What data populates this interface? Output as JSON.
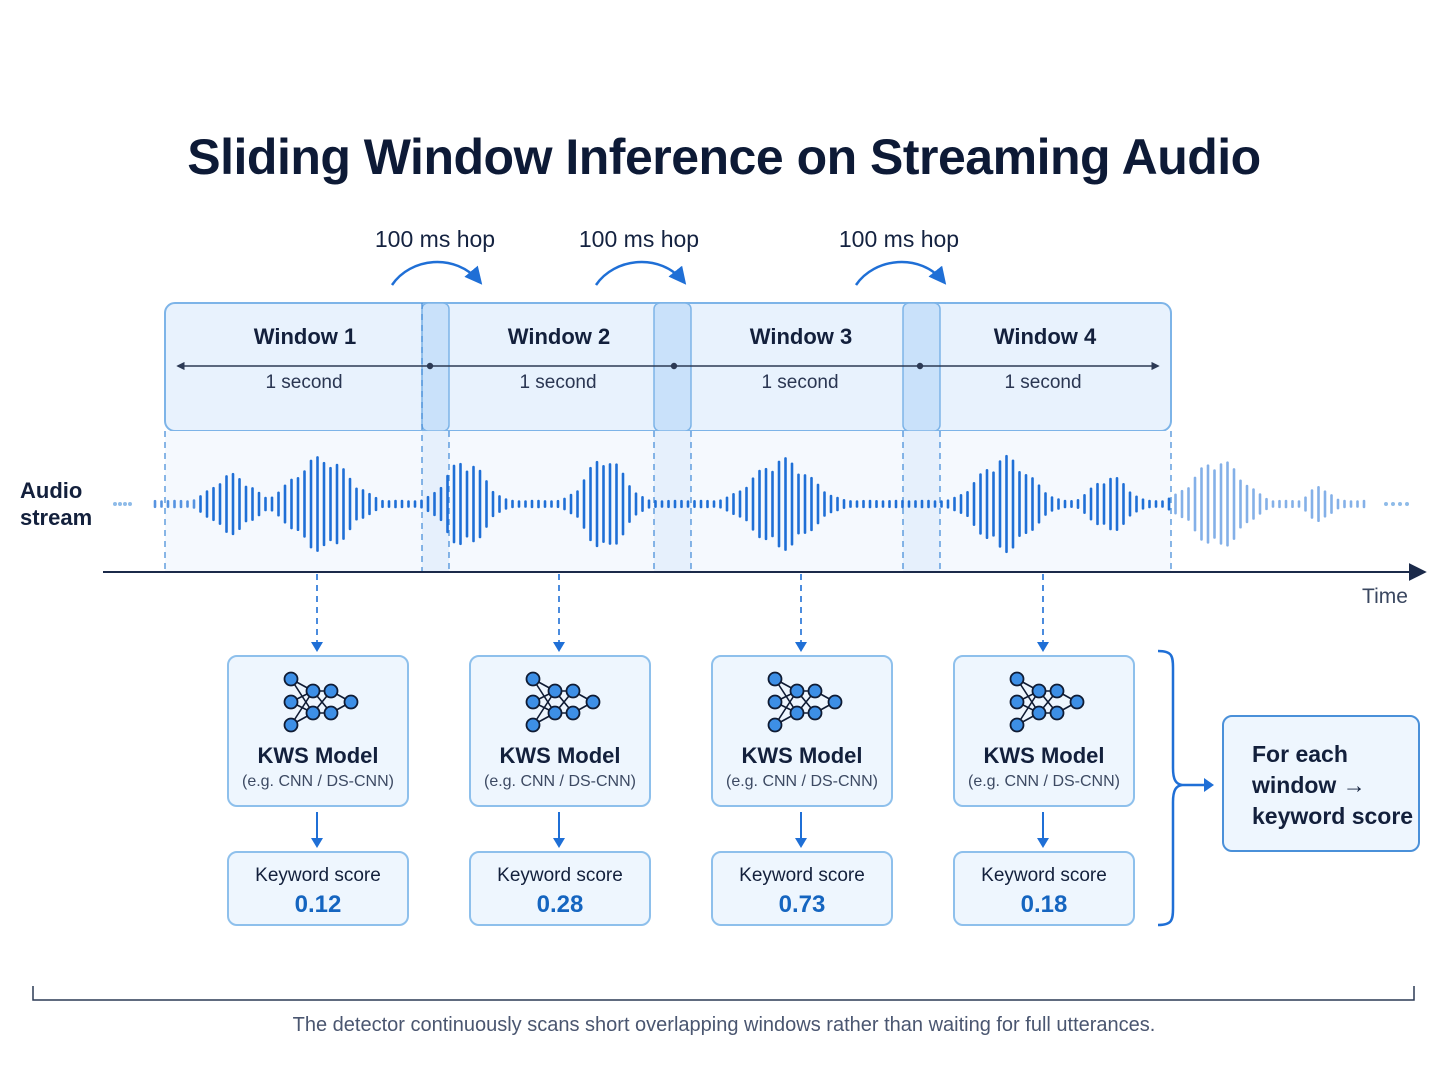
{
  "title": "Sliding Window Inference on Streaming Audio",
  "hops": [
    {
      "label": "100 ms hop"
    },
    {
      "label": "100 ms hop"
    },
    {
      "label": "100 ms hop"
    }
  ],
  "windows": [
    {
      "label": "Window 1",
      "duration": "1 second"
    },
    {
      "label": "Window 2",
      "duration": "1 second"
    },
    {
      "label": "Window 3",
      "duration": "1 second"
    },
    {
      "label": "Window 4",
      "duration": "1 second"
    }
  ],
  "audio_label": "Audio stream",
  "time_label": "Time",
  "models": [
    {
      "title": "KWS Model",
      "subtitle": "(e.g. CNN / DS-CNN)",
      "score_label": "Keyword score",
      "score": "0.12"
    },
    {
      "title": "KWS Model",
      "subtitle": "(e.g. CNN / DS-CNN)",
      "score_label": "Keyword score",
      "score": "0.28"
    },
    {
      "title": "KWS Model",
      "subtitle": "(e.g. CNN / DS-CNN)",
      "score_label": "Keyword score",
      "score": "0.73"
    },
    {
      "title": "KWS Model",
      "subtitle": "(e.g. CNN / DS-CNN)",
      "score_label": "Keyword score",
      "score": "0.18"
    }
  ],
  "summary": "For each window → keyword score",
  "caption": "The detector continuously scans short overlapping windows rather than waiting for full utterances.",
  "colors": {
    "accent": "#1565c0",
    "wave": "#1f6fd6",
    "window_fill": "#e8f2fd",
    "overlap_fill": "#c9e1fa",
    "border": "#8ec0ec",
    "axis": "#1b2a4a"
  },
  "icons": {
    "model": "neural-network-icon",
    "hop": "curved-arrow-icon"
  }
}
